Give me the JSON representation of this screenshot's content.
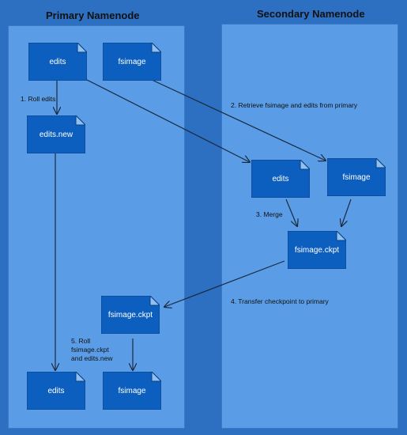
{
  "primary": {
    "title": "Primary Namenode",
    "docs": {
      "edits_top": "edits",
      "fsimage_top": "fsimage",
      "edits_new": "edits.new",
      "fsimage_ckpt": "fsimage.ckpt",
      "edits_bottom": "edits",
      "fsimage_bottom": "fsimage"
    }
  },
  "secondary": {
    "title": "Secondary Namenode",
    "docs": {
      "edits": "edits",
      "fsimage": "fsimage",
      "fsimage_ckpt": "fsimage.ckpt"
    }
  },
  "steps": {
    "s1": "1. Roll edits",
    "s2": "2. Retrieve fsimage and edits from primary",
    "s3": "3. Merge",
    "s4": "4. Transfer checkpoint to primary",
    "s5_line1": "5. Roll",
    "s5_line2": "fsimage.ckpt",
    "s5_line3": "and edits.new"
  },
  "colors": {
    "background": "#2d6fc0",
    "panel": "#5a9de6",
    "doc_fill": "#0d5fbf",
    "doc_fold": "#8fc0f0",
    "arrow": "#1a2a40"
  }
}
